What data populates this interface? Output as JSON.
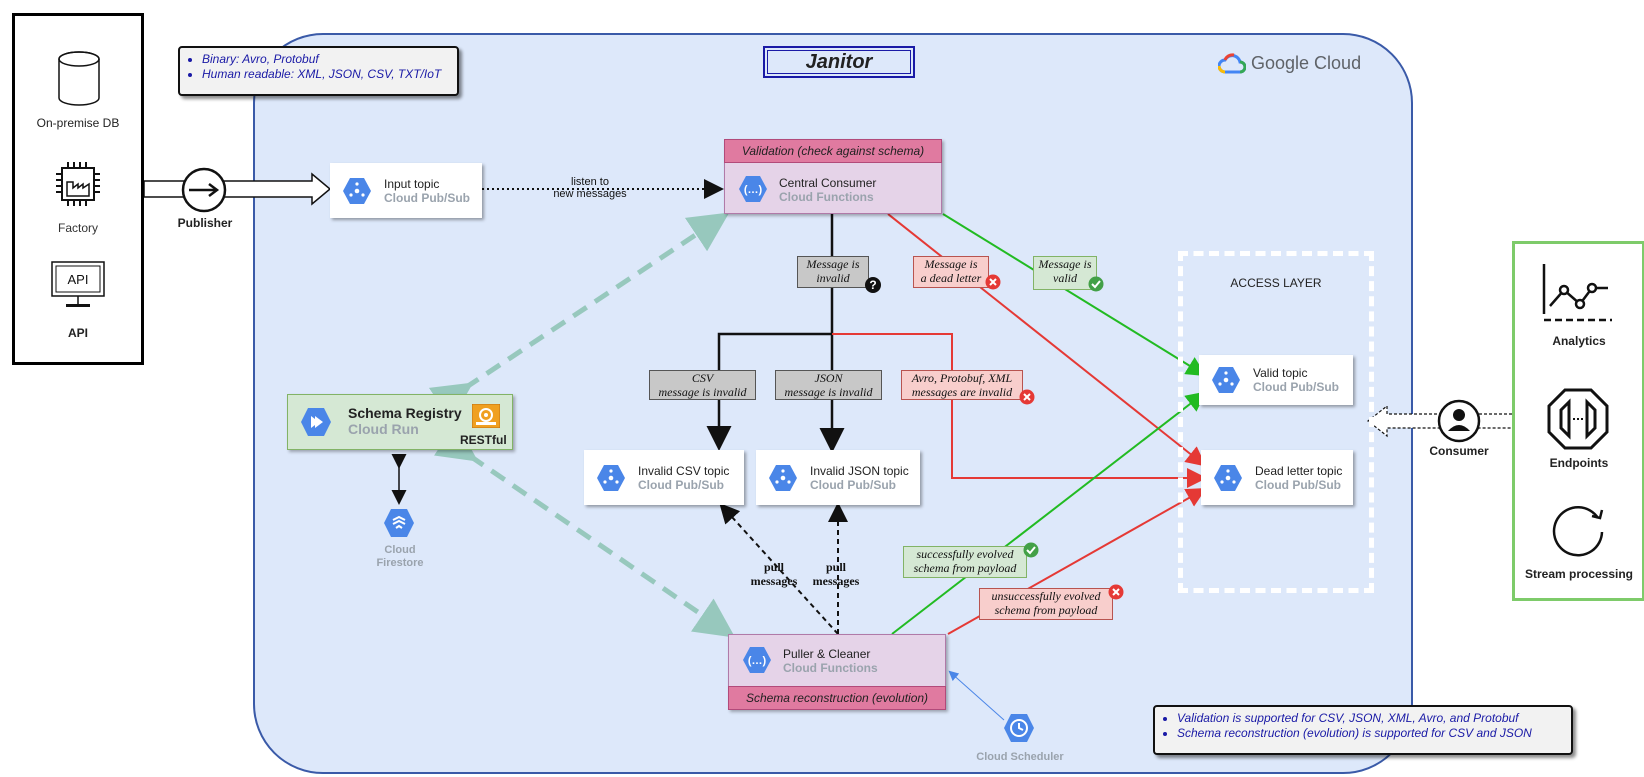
{
  "title": "Janitor",
  "brand": "Google Cloud",
  "notes_top": [
    "Binary: Avro, Protobuf",
    "Human readable: XML, JSON, CSV, TXT/IoT"
  ],
  "notes_bottom": [
    "Validation is supported for CSV, JSON, XML, Avro, and Protobuf",
    "Schema reconstruction (evolution) is supported for CSV and JSON"
  ],
  "sources": {
    "db": "On-premise DB",
    "factory": "Factory",
    "api": "API",
    "api_screen": "API"
  },
  "publisher": "Publisher",
  "consumer": "Consumer",
  "access_layer": "ACCESS LAYER",
  "consumers": {
    "analytics": "Analytics",
    "endpoints": "Endpoints",
    "stream": "Stream processing"
  },
  "nodes": {
    "input_topic": {
      "title": "Input topic",
      "subtitle": "Cloud Pub/Sub"
    },
    "central": {
      "header": "Validation (check against schema)",
      "title": "Central Consumer",
      "subtitle": "Cloud Functions"
    },
    "registry": {
      "title": "Schema Registry",
      "subtitle": "Cloud Run",
      "extra": "RESTful"
    },
    "firestore": {
      "line1": "Cloud",
      "line2": "Firestore"
    },
    "invalid_csv": {
      "title": "Invalid CSV topic",
      "subtitle": "Cloud Pub/Sub"
    },
    "invalid_json": {
      "title": "Invalid JSON topic",
      "subtitle": "Cloud Pub/Sub"
    },
    "valid_topic": {
      "title": "Valid topic",
      "subtitle": "Cloud Pub/Sub"
    },
    "dead_topic": {
      "title": "Dead letter topic",
      "subtitle": "Cloud Pub/Sub"
    },
    "puller": {
      "title": "Puller & Cleaner",
      "subtitle": "Cloud Functions",
      "footer": "Schema reconstruction (evolution)"
    },
    "scheduler": {
      "label": "Cloud Scheduler"
    }
  },
  "edges": {
    "listen": [
      "listen to",
      "new messages"
    ],
    "msg_invalid": [
      "Message is",
      "invalid"
    ],
    "msg_dead": [
      "Message is",
      "a dead letter"
    ],
    "msg_valid": [
      "Message is",
      "valid"
    ],
    "csv_invalid": [
      "CSV",
      "message is invalid"
    ],
    "json_invalid": [
      "JSON",
      "message is invalid"
    ],
    "avro_invalid": [
      "Avro, Protobuf, XML",
      "messages are invalid"
    ],
    "pull1": [
      "pull",
      "messages"
    ],
    "pull2": [
      "pull",
      "messages"
    ],
    "evolved_ok": [
      "successfully evolved",
      "schema from payload"
    ],
    "evolved_fail": [
      "unsuccessfully evolved",
      "schema from payload"
    ]
  },
  "colors": {
    "valid": "#22bb22",
    "invalid": "#e53935",
    "dashed_teal": "#97c8bd",
    "gcp_blue": "#4a86e8"
  }
}
